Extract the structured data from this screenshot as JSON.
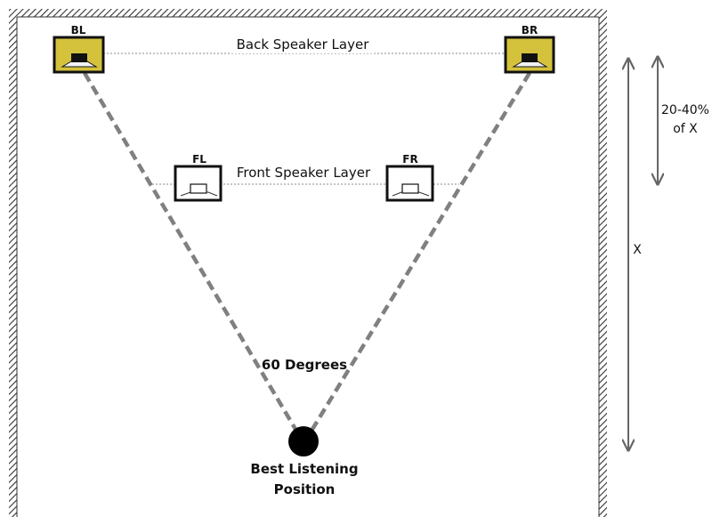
{
  "layers": {
    "back": "Back Speaker Layer",
    "front": "Front Speaker Layer"
  },
  "speakers": {
    "bl": "BL",
    "br": "BR",
    "fl": "FL",
    "fr": "FR"
  },
  "angle_label": "60 Degrees",
  "listener": {
    "line1": "Best Listening",
    "line2": "Position"
  },
  "dimensions": {
    "total": "X",
    "offset_line1": "20-40%",
    "offset_line2": "of X"
  },
  "colors": {
    "back_speaker_fill": "#d4c23d",
    "wall_hatch": "#333333",
    "sightline": "#808080",
    "dimension_arrow": "#666666",
    "listener": "#000000"
  }
}
